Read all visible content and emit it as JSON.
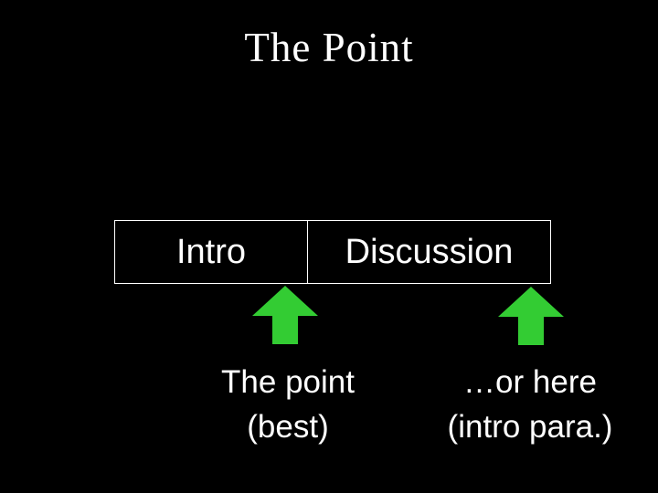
{
  "slide": {
    "background_color": "#000000",
    "text_color": "#FFFFFF",
    "accent_color": "#33CC33",
    "title": "The Point"
  },
  "structure_table": {
    "border_color": "#FFFFFF",
    "rows": [
      {
        "cells": [
          {
            "label": "Intro"
          },
          {
            "label": "Discussion"
          }
        ]
      }
    ]
  },
  "arrows": [
    {
      "name": "arrow-left",
      "direction": "up",
      "color": "#33CC33"
    },
    {
      "name": "arrow-right",
      "direction": "up",
      "color": "#33CC33"
    }
  ],
  "captions": [
    {
      "name": "caption-left",
      "line1": "The point",
      "line2": "(best)"
    },
    {
      "name": "caption-right",
      "line1": "…or here",
      "line2": "(intro para.)"
    }
  ]
}
